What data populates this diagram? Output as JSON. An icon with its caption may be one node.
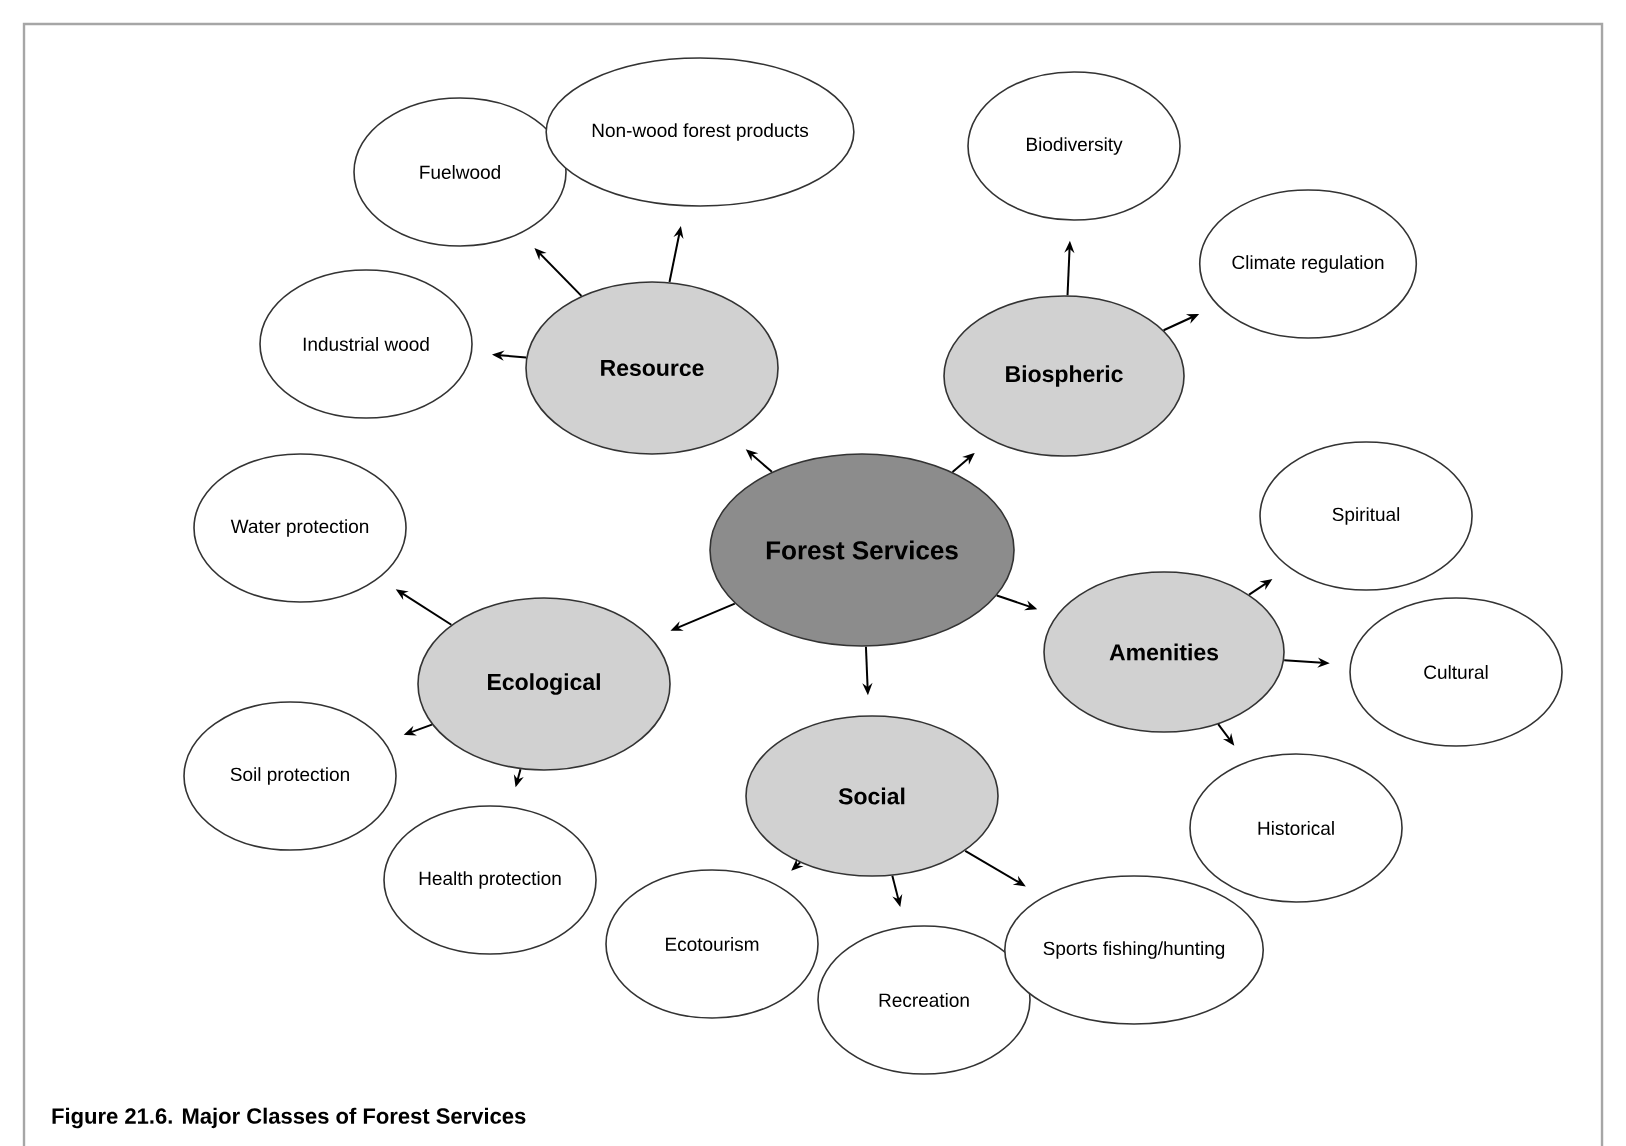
{
  "diagram": {
    "caption": "Figure 21.6.  Major Classes of Forest Services",
    "nodes": [
      {
        "text": [
          "Forest Services"
        ]
      },
      {
        "text": [
          "Resource"
        ]
      },
      {
        "text": [
          "Biospheric"
        ]
      },
      {
        "text": [
          "Ecological"
        ]
      },
      {
        "text": [
          "Amenities"
        ]
      },
      {
        "text": [
          "Social"
        ]
      },
      {
        "text": [
          "Fuelwood"
        ]
      },
      {
        "text": [
          "Non-wood forest products"
        ]
      },
      {
        "text": [
          "Industrial wood"
        ]
      },
      {
        "text": [
          "Biodiversity"
        ]
      },
      {
        "text": [
          "Climate regulation"
        ]
      },
      {
        "text": [
          "Water protection"
        ]
      },
      {
        "text": [
          "Soil protection"
        ]
      },
      {
        "text": [
          "Health protection"
        ]
      },
      {
        "text": [
          "Spiritual"
        ]
      },
      {
        "text": [
          "Cultural"
        ]
      },
      {
        "text": [
          "Historical"
        ]
      },
      {
        "text": [
          "Ecotourism"
        ]
      },
      {
        "text": [
          "Recreation"
        ]
      },
      {
        "text": [
          "Sports fishing/hunting"
        ]
      }
    ],
    "edges": [
      {
        "from": 0,
        "to": 1,
        "arrow": "to"
      },
      {
        "from": 0,
        "to": 2,
        "arrow": "to"
      },
      {
        "from": 0,
        "to": 3,
        "arrow": "to"
      },
      {
        "from": 0,
        "to": 4,
        "arrow": "to"
      },
      {
        "from": 0,
        "to": 5,
        "arrow": "to"
      },
      {
        "from": 1,
        "to": 6,
        "arrow": "to"
      },
      {
        "from": 1,
        "to": 7,
        "arrow": "to"
      },
      {
        "from": 1,
        "to": 8,
        "arrow": "to"
      },
      {
        "from": 2,
        "to": 9,
        "arrow": "to"
      },
      {
        "from": 2,
        "to": 10,
        "arrow": "to"
      },
      {
        "from": 3,
        "to": 11,
        "arrow": "to"
      },
      {
        "from": 3,
        "to": 12,
        "arrow": "to"
      },
      {
        "from": 3,
        "to": 13,
        "arrow": "to"
      },
      {
        "from": 4,
        "to": 14,
        "arrow": "to"
      },
      {
        "from": 4,
        "to": 15,
        "arrow": "to"
      },
      {
        "from": 4,
        "to": 16,
        "arrow": "to"
      },
      {
        "from": 5,
        "to": 17,
        "arrow": "to"
      },
      {
        "from": 5,
        "to": 18,
        "arrow": "to"
      },
      {
        "from": 5,
        "to": 19,
        "arrow": "to"
      }
    ]
  }
}
